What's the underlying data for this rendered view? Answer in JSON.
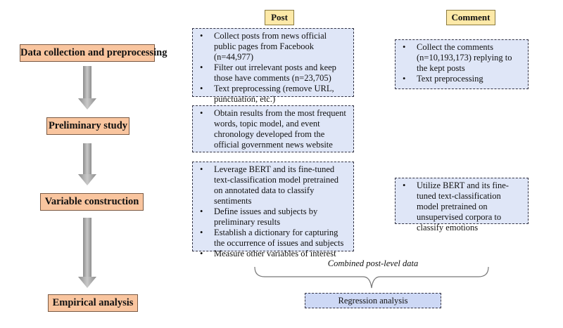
{
  "stages": [
    {
      "label": "Data collection and preprocessing"
    },
    {
      "label": "Preliminary study"
    },
    {
      "label": "Variable construction"
    },
    {
      "label": "Empirical analysis"
    }
  ],
  "columns": {
    "post": "Post",
    "comment": "Comment"
  },
  "post_boxes": [
    {
      "items": [
        "Collect posts from news official public pages from Facebook (n=44,977)",
        "Filter out irrelevant posts and keep those have comments (n=23,705)",
        "Text preprocessing (remove URL, punctuation, etc.)"
      ]
    },
    {
      "items": [
        "Obtain results from the most frequent words, topic model, and event chronology developed from the official government news website"
      ]
    },
    {
      "items": [
        "Leverage BERT and its fine-tuned text-classification model pretrained on annotated data to classify sentiments",
        "Define issues and subjects by preliminary results",
        "Establish a dictionary for capturing the occurrence of issues and subjects",
        "Measure other variables of interest"
      ]
    }
  ],
  "comment_boxes": [
    {
      "items": [
        "Collect the comments (n=10,193,173) replying to the kept posts",
        "Text preprocessing"
      ]
    },
    {
      "items": [
        "Utilize BERT and its fine-tuned text-classification model pretrained on unsupervised corpora to classify emotions"
      ]
    }
  ],
  "combined_label": "Combined post-level data",
  "regression_label": "Regression analysis",
  "colors": {
    "stage_fill": "#f9c59f",
    "header_fill": "#fde9a8",
    "box_fill": "#dfe6f7",
    "regression_fill": "#cdd8f5",
    "arrow": "#a0a0a0"
  }
}
